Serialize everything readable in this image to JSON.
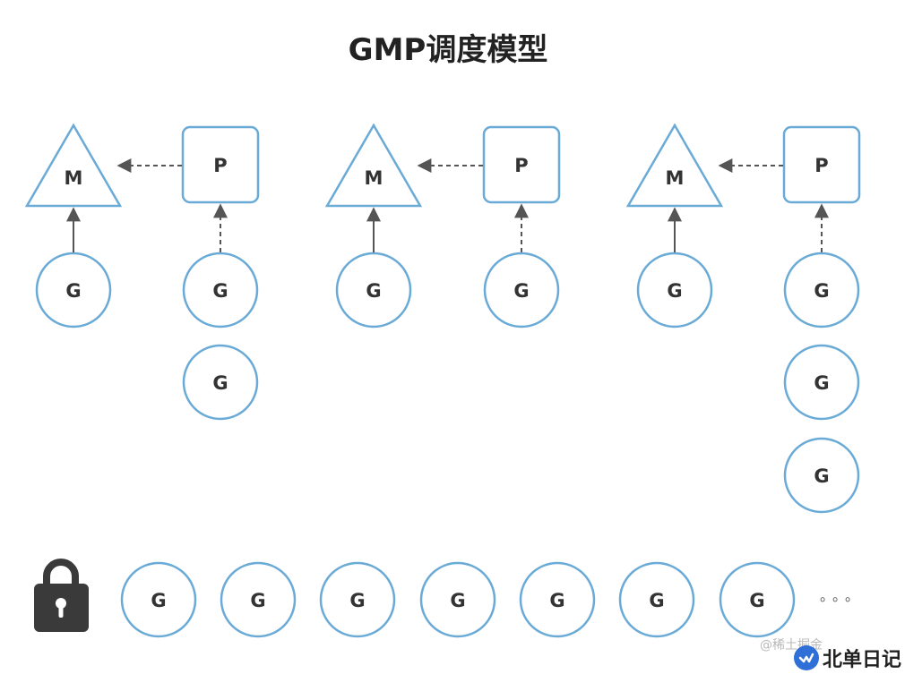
{
  "title": "GMP调度模型",
  "labels": {
    "machine": "M",
    "processor": "P",
    "goroutine": "G"
  },
  "groups": [
    {
      "local_queue_count": 2
    },
    {
      "local_queue_count": 1
    },
    {
      "local_queue_count": 3
    }
  ],
  "global_queue": {
    "goroutine_count": 7,
    "more_indicator": "。。。"
  },
  "colors": {
    "node_stroke": "#6aaad6",
    "label": "#333333",
    "arrow": "#555555",
    "lock": "#3a3a3a"
  },
  "icons": {
    "global_lock": "padlock-icon"
  },
  "watermark": {
    "text": "@稀土掘金",
    "brand_name": "北单日记"
  }
}
